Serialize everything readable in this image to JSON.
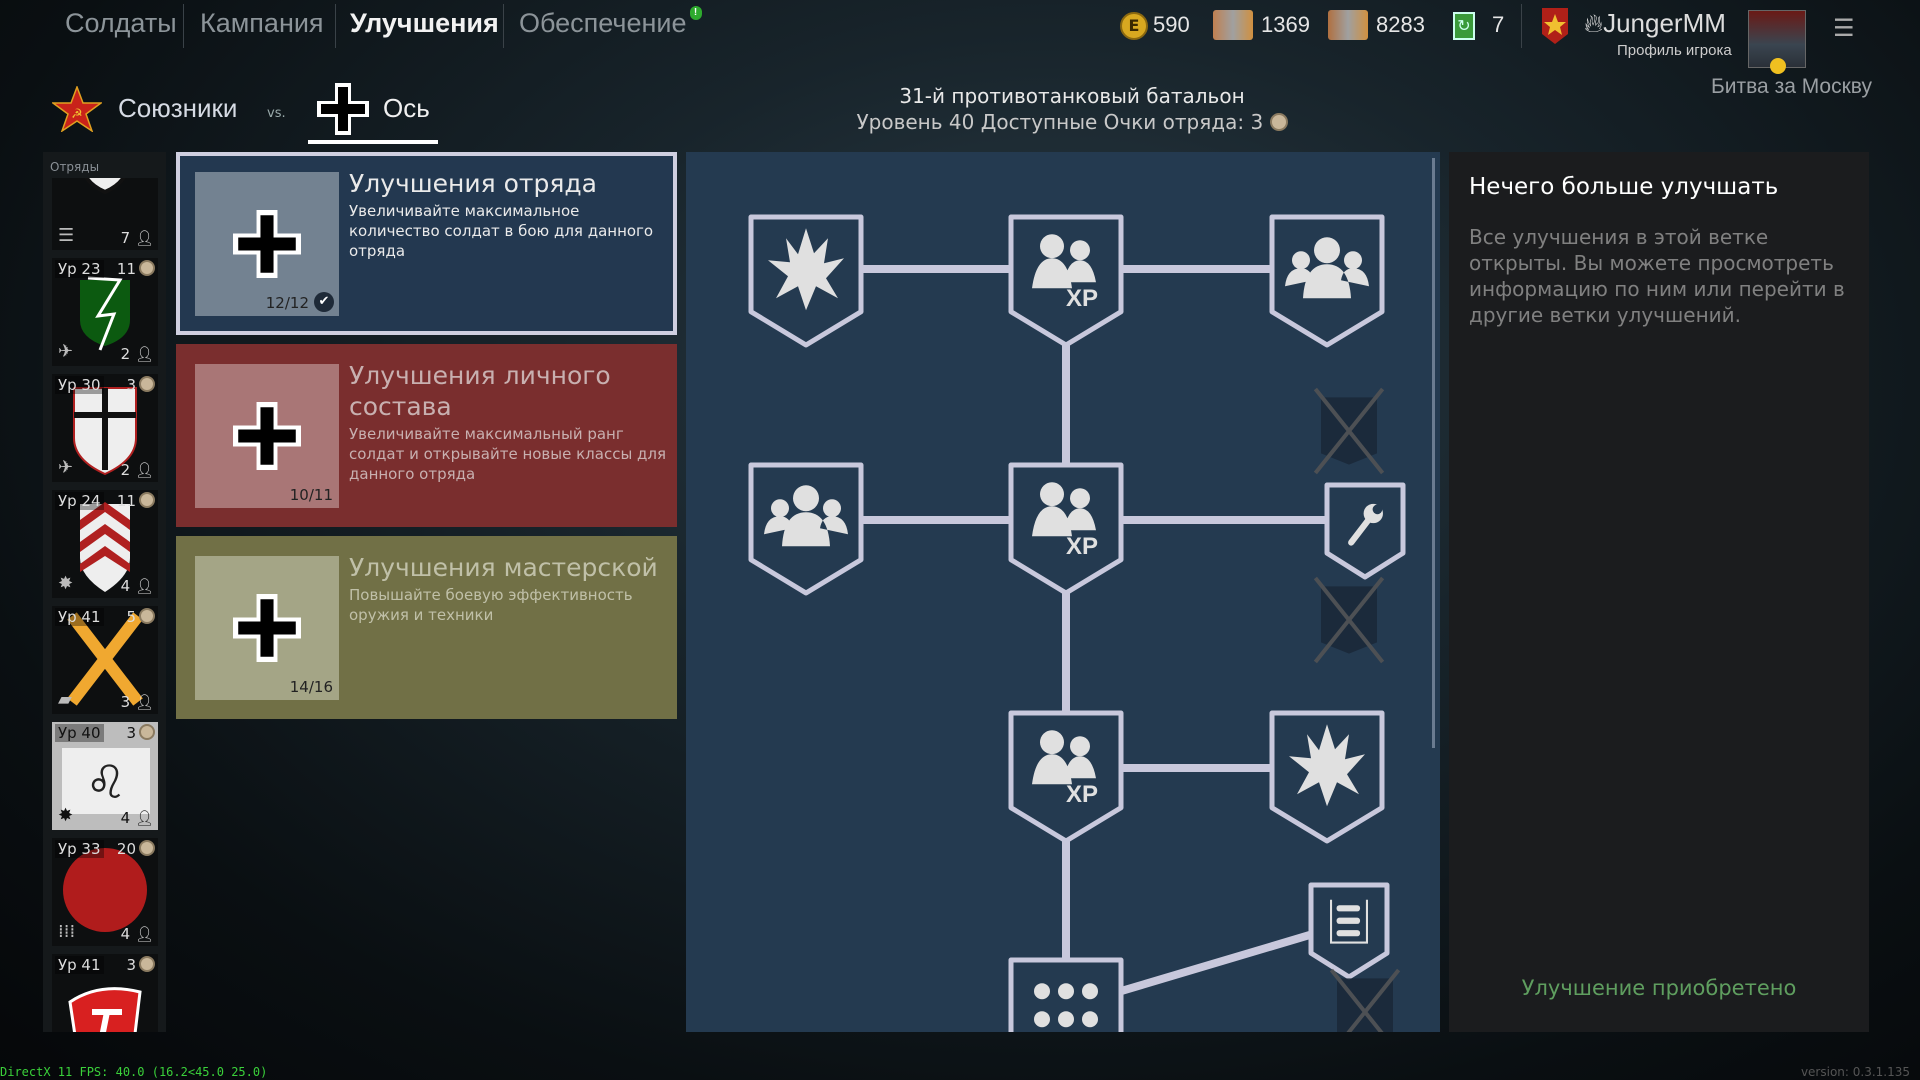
{
  "nav": {
    "tabs": [
      {
        "label": "Солдаты"
      },
      {
        "label": "Кампания"
      },
      {
        "label": "Улучшения",
        "active": true
      },
      {
        "label": "Обеспечение",
        "badge": "!"
      }
    ]
  },
  "factions": {
    "allies": "Союзники",
    "vs": "vs.",
    "axis": "Ось"
  },
  "battalion": {
    "name": "31-й противотанковый батальон",
    "level_label": "Уровень 40",
    "points_label": "Доступные Очки отряда: 3"
  },
  "currency": {
    "gold": "590",
    "weapon_orders": "1369",
    "soldier_orders": "8283",
    "refresh": "7"
  },
  "player": {
    "name": "JungerMM",
    "profile_label": "Профиль игрока",
    "campaign": "Битва за Москву"
  },
  "sidebar": {
    "title": "Отряды",
    "squads": [
      {
        "level": "",
        "points": "",
        "men": "7",
        "class_icon": "list-icon",
        "emblem": "white-shield"
      },
      {
        "level": "Ур 23",
        "points": "11",
        "men": "2",
        "class_icon": "plane-icon",
        "emblem": "green-lightning"
      },
      {
        "level": "Ур 30",
        "points": "3",
        "men": "2",
        "class_icon": "plane-icon",
        "emblem": "black-cross-shield"
      },
      {
        "level": "Ур 24",
        "points": "11",
        "men": "4",
        "class_icon": "explosion-icon",
        "emblem": "red-chevrons"
      },
      {
        "level": "Ур 41",
        "points": "5",
        "men": "3",
        "class_icon": "tank-icon",
        "emblem": "orange-cross"
      },
      {
        "level": "Ур 40",
        "points": "3",
        "men": "4",
        "class_icon": "explosion-icon",
        "emblem": "lion",
        "selected": true
      },
      {
        "level": "Ур 33",
        "points": "20",
        "men": "4",
        "class_icon": "ammo-icon",
        "emblem": "red-circle"
      },
      {
        "level": "Ур 41",
        "points": "3",
        "men": "",
        "class_icon": "",
        "emblem": "red-hammer-shield"
      }
    ]
  },
  "upgrades": [
    {
      "title": "Улучшения отряда",
      "desc": "Увеличивайте максимальное количество солдат в бою для данного отряда",
      "progress": "12/12",
      "complete": true,
      "color": "#233850"
    },
    {
      "title": "Улучшения личного состава",
      "desc": "Увеличивайте максимальный ранг солдат и открывайте новые классы для данного отряда",
      "progress": "10/11",
      "color": "#7a2e2e"
    },
    {
      "title": "Улучшения мастерской",
      "desc": "Повышайте боевую эффективность оружия и техники",
      "progress": "14/16",
      "color": "#717046"
    }
  ],
  "tree": {
    "xp_label": "XP"
  },
  "info": {
    "title": "Нечего больше улучшать",
    "text": "Все улучшения в этой ветке открыты. Вы можете просмотреть информацию по ним или перейти в другие ветки улучшений.",
    "status": "Улучшение приобретено",
    "status_color": "#5f9e5f"
  },
  "footer": {
    "fps": "DirectX 11 FPS: 40.0 (16.2<45.0 25.0)",
    "version": "version: 0.3.1.135"
  }
}
